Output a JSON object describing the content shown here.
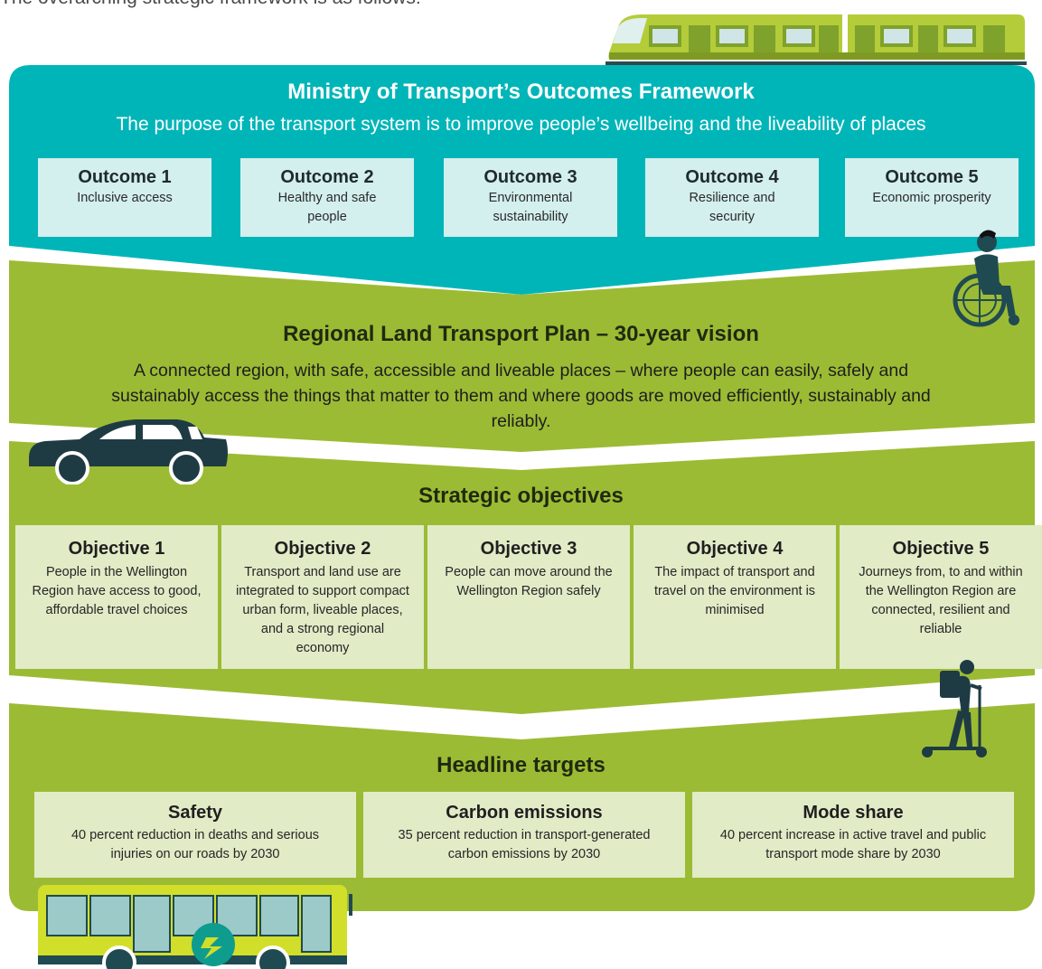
{
  "intro": "The overarching strategic framework is as follows:",
  "colors": {
    "teal": "#00b5b8",
    "green": "#9cbb34",
    "outcome_box": "#d3efee",
    "objective_box": "#e1ebc6"
  },
  "mot": {
    "title": "Ministry of Transport’s Outcomes Framework",
    "purpose": "The purpose of the transport system is to improve people’s wellbeing and the liveability of places",
    "outcomes": [
      {
        "title": "Outcome 1",
        "desc": "Inclusive access"
      },
      {
        "title": "Outcome 2",
        "desc": "Healthy and safe people"
      },
      {
        "title": "Outcome 3",
        "desc": "Environmental sustainability"
      },
      {
        "title": "Outcome 4",
        "desc": "Resilience and security"
      },
      {
        "title": "Outcome 5",
        "desc": "Economic prosperity"
      }
    ]
  },
  "rltp": {
    "title": "Regional Land Transport Plan – 30-year vision",
    "vision": "A connected region, with safe, accessible and liveable places – where people can easily, safely and sustainably access the things that matter to them and where goods are moved efficiently, sustainably and reliably."
  },
  "strategic": {
    "title": "Strategic objectives",
    "objectives": [
      {
        "title": "Objective 1",
        "desc": "People in the Wellington Region have access to good, affordable travel choices"
      },
      {
        "title": "Objective 2",
        "desc": "Transport and land use are integrated to support compact urban form, liveable places, and a strong regional economy"
      },
      {
        "title": "Objective 3",
        "desc": "People can move around the Wellington Region safely"
      },
      {
        "title": "Objective 4",
        "desc": "The impact of transport and travel on the environment is minimised"
      },
      {
        "title": "Objective 5",
        "desc": "Journeys from, to and within the Wellington Region are connected, resilient and reliable"
      }
    ]
  },
  "targets": {
    "title": "Headline targets",
    "items": [
      {
        "title": "Safety",
        "desc": "40 percent reduction in deaths and serious injuries on our roads by 2030"
      },
      {
        "title": "Carbon emissions",
        "desc": "35 percent reduction in transport-generated carbon emissions by 2030"
      },
      {
        "title": "Mode share",
        "desc": "40 percent increase in active travel and public transport mode share by 2030"
      }
    ]
  },
  "illustrations": [
    "train-icon",
    "wheelchair-user-icon",
    "car-icon",
    "scooter-rider-icon",
    "bus-icon"
  ]
}
